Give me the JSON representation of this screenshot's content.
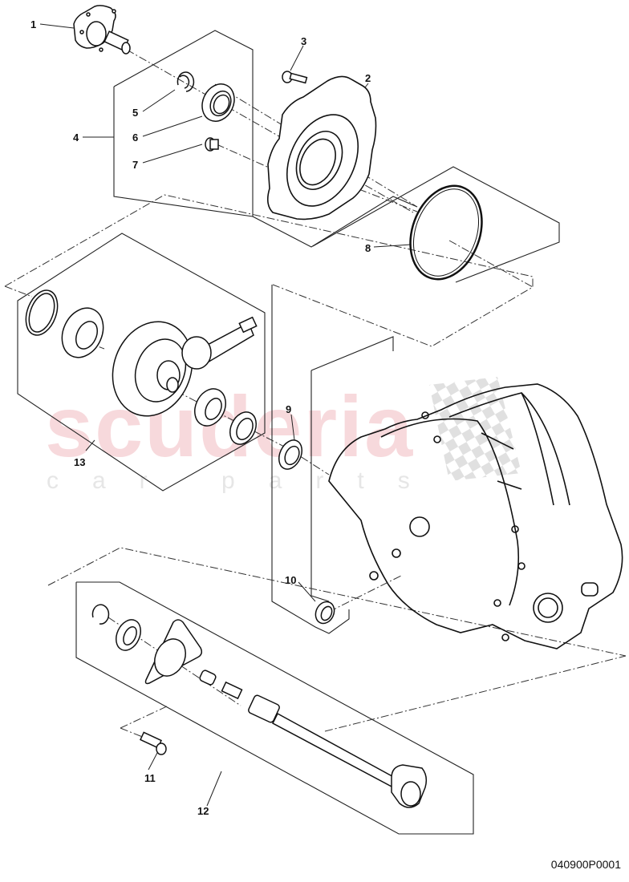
{
  "diagram": {
    "type": "exploded-parts-diagram",
    "subject": "transfer case / front axle drive assembly",
    "reference_code": "040900P0001",
    "watermark": {
      "main": "scuderia",
      "sub": "car parts",
      "main_color": "#f7d9dc",
      "sub_color": "#e6e6e6"
    },
    "callouts": [
      {
        "id": "1",
        "label": "1",
        "part": "flange shaft"
      },
      {
        "id": "2",
        "label": "2",
        "part": "cover"
      },
      {
        "id": "3",
        "label": "3",
        "part": "bolt"
      },
      {
        "id": "4",
        "label": "4",
        "part": "kit (items 5-7)"
      },
      {
        "id": "5",
        "label": "5",
        "part": "circlip"
      },
      {
        "id": "6",
        "label": "6",
        "part": "shaft seal"
      },
      {
        "id": "7",
        "label": "7",
        "part": "plug"
      },
      {
        "id": "8",
        "label": "8",
        "part": "o-ring"
      },
      {
        "id": "9",
        "label": "9",
        "part": "shaft seal"
      },
      {
        "id": "10",
        "label": "10",
        "part": "shaft seal"
      },
      {
        "id": "11",
        "label": "11",
        "part": "bolt"
      },
      {
        "id": "12",
        "label": "12",
        "part": "drive shaft kit"
      },
      {
        "id": "13",
        "label": "13",
        "part": "differential / ring gear kit"
      }
    ]
  }
}
